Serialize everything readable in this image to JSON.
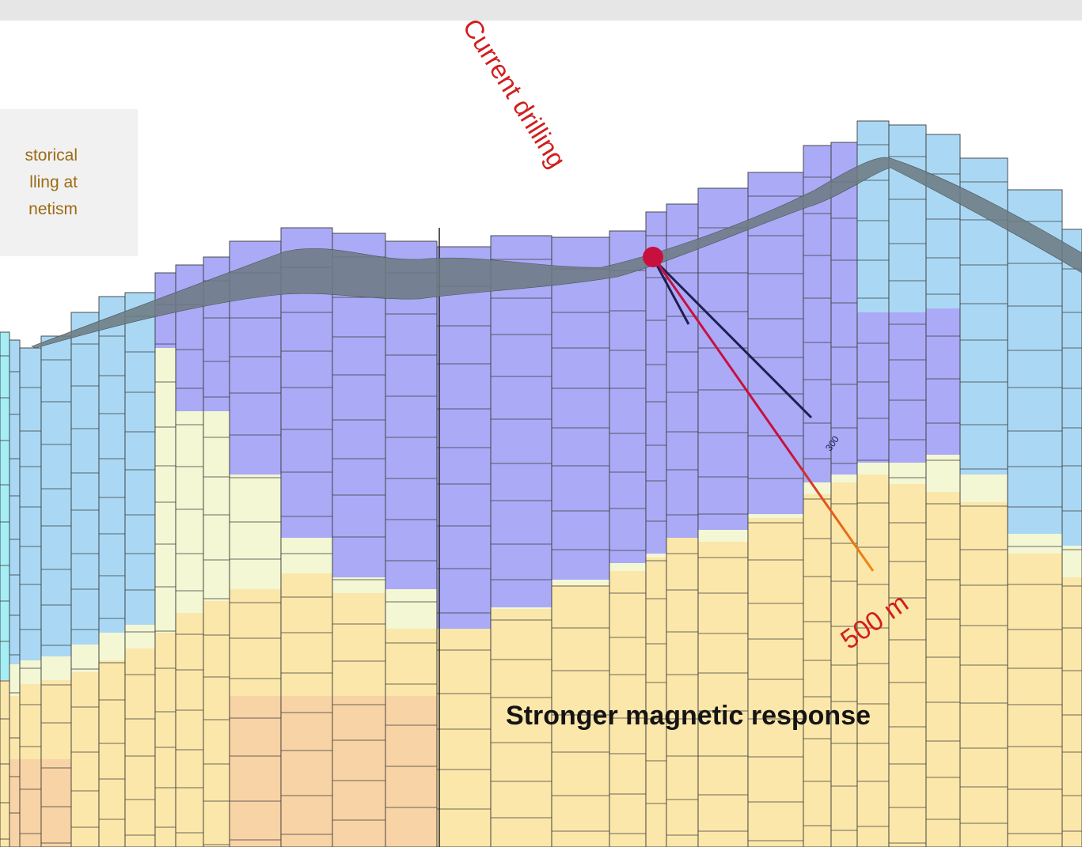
{
  "colors": {
    "band_cyan": "#a6eef6",
    "band_blue": "#aad8f4",
    "band_purple": "#aaaaf6",
    "band_pale": "#f3f7d4",
    "band_yellow": "#fbe7aa",
    "band_orange": "#f8d3a6",
    "cell_line": "#3c3c3c",
    "terrain": "#6c7a80",
    "collar": "#c8103f",
    "hole_dark": "#1f1f55",
    "label_red": "#d11f1f",
    "note_text": "#9c6b15"
  },
  "note": {
    "lines": [
      "storical",
      "lling at",
      "netism"
    ]
  },
  "labels": {
    "current_drilling": "Current drilling",
    "depth_500": "500 m",
    "depth_300": "300",
    "stronger_response": "Stronger magnetic response"
  },
  "icons": {
    "collar": "drill-collar-marker"
  }
}
